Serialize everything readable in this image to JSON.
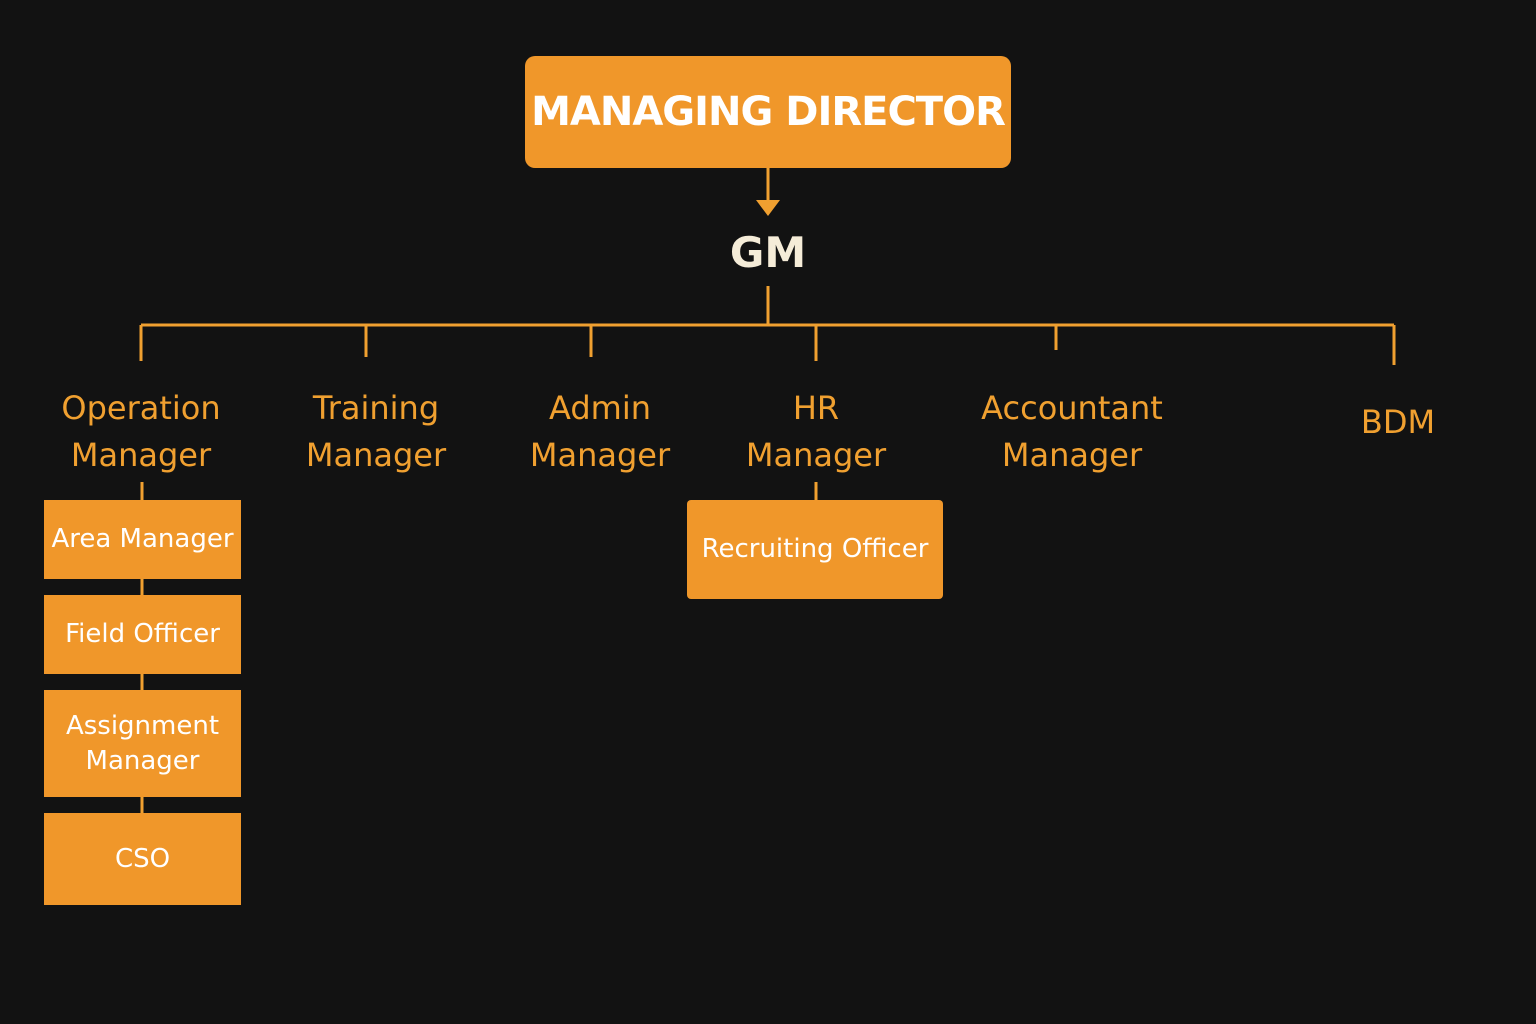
{
  "colors": {
    "background": "#121212",
    "accent": "#F0972A",
    "line": "#F0A030",
    "gm_text": "#F5ECD8",
    "box_text": "#FFFFFF"
  },
  "top": {
    "label": "MANAGING DIRECTOR"
  },
  "gm": {
    "label": "GM"
  },
  "departments": [
    {
      "line1": "Operation",
      "line2": "Manager"
    },
    {
      "line1": "Training",
      "line2": "Manager"
    },
    {
      "line1": "Admin",
      "line2": "Manager"
    },
    {
      "line1": "HR",
      "line2": "Manager"
    },
    {
      "line1": "Accountant",
      "line2": "Manager"
    },
    {
      "line1": "BDM",
      "line2": ""
    }
  ],
  "operation_chain": [
    {
      "line1": "Area Manager",
      "line2": ""
    },
    {
      "line1": "Field Officer",
      "line2": ""
    },
    {
      "line1": "Assignment",
      "line2": "Manager"
    },
    {
      "line1": "CSO",
      "line2": ""
    }
  ],
  "hr_chain": [
    {
      "line1": "Recruiting Officer",
      "line2": ""
    }
  ]
}
